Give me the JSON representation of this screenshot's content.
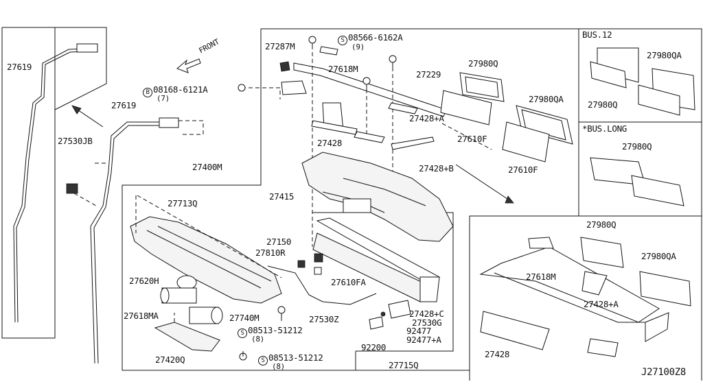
{
  "diagram": {
    "code": "J27100Z8",
    "front_label": "FRONT"
  },
  "panels": {
    "bus12": "BUS.12",
    "bus_long": "*BUS.LONG"
  },
  "bolts": {
    "b08566": {
      "symbol": "S",
      "part": "08566-6162A",
      "qty": "(9)"
    },
    "b08168": {
      "symbol": "B",
      "part": "08168-6121A",
      "qty": "(7)"
    },
    "b08513a": {
      "symbol": "S",
      "part": "08513-51212",
      "qty": "(8)"
    },
    "b08513b": {
      "symbol": "S",
      "part": "08513-51212",
      "qty": "(8)"
    }
  },
  "labels": {
    "p27619_left": "27619",
    "p27619_mid": "27619",
    "p27530jb": "27530JB",
    "p27287m": "27287M",
    "p27618m_top": "27618M",
    "p27229": "27229",
    "p27980q_top": "27980Q",
    "p27980qa_top": "27980QA",
    "p27428a_top": "27428+A",
    "p27428_top": "27428",
    "p27610f_a": "27610F",
    "p27610f_b": "27610F",
    "p27428b": "27428+B",
    "p27400m": "27400M",
    "p27415": "27415",
    "p27713q": "27713Q",
    "p27150": "27150",
    "p27810r": "27810R",
    "p27620h": "27620H",
    "p27610fa": "27610FA",
    "p27618ma": "27618MA",
    "p27740m": "27740M",
    "p27530z": "27530Z",
    "p27428c": "27428+C",
    "p27530g": "27530G",
    "p92477": "92477",
    "p92477a": "92477+A",
    "p92200": "92200",
    "p27420q": "27420Q",
    "p27715q": "27715Q",
    "p27980qa_b12": "27980QA",
    "p27980q_b12": "27980Q",
    "p27980q_long": "27980Q",
    "p27980q_br": "27980Q",
    "p27980qa_br": "27980QA",
    "p27618m_br": "27618M",
    "p27428a_br": "27428+A",
    "p27428_br": "27428"
  }
}
